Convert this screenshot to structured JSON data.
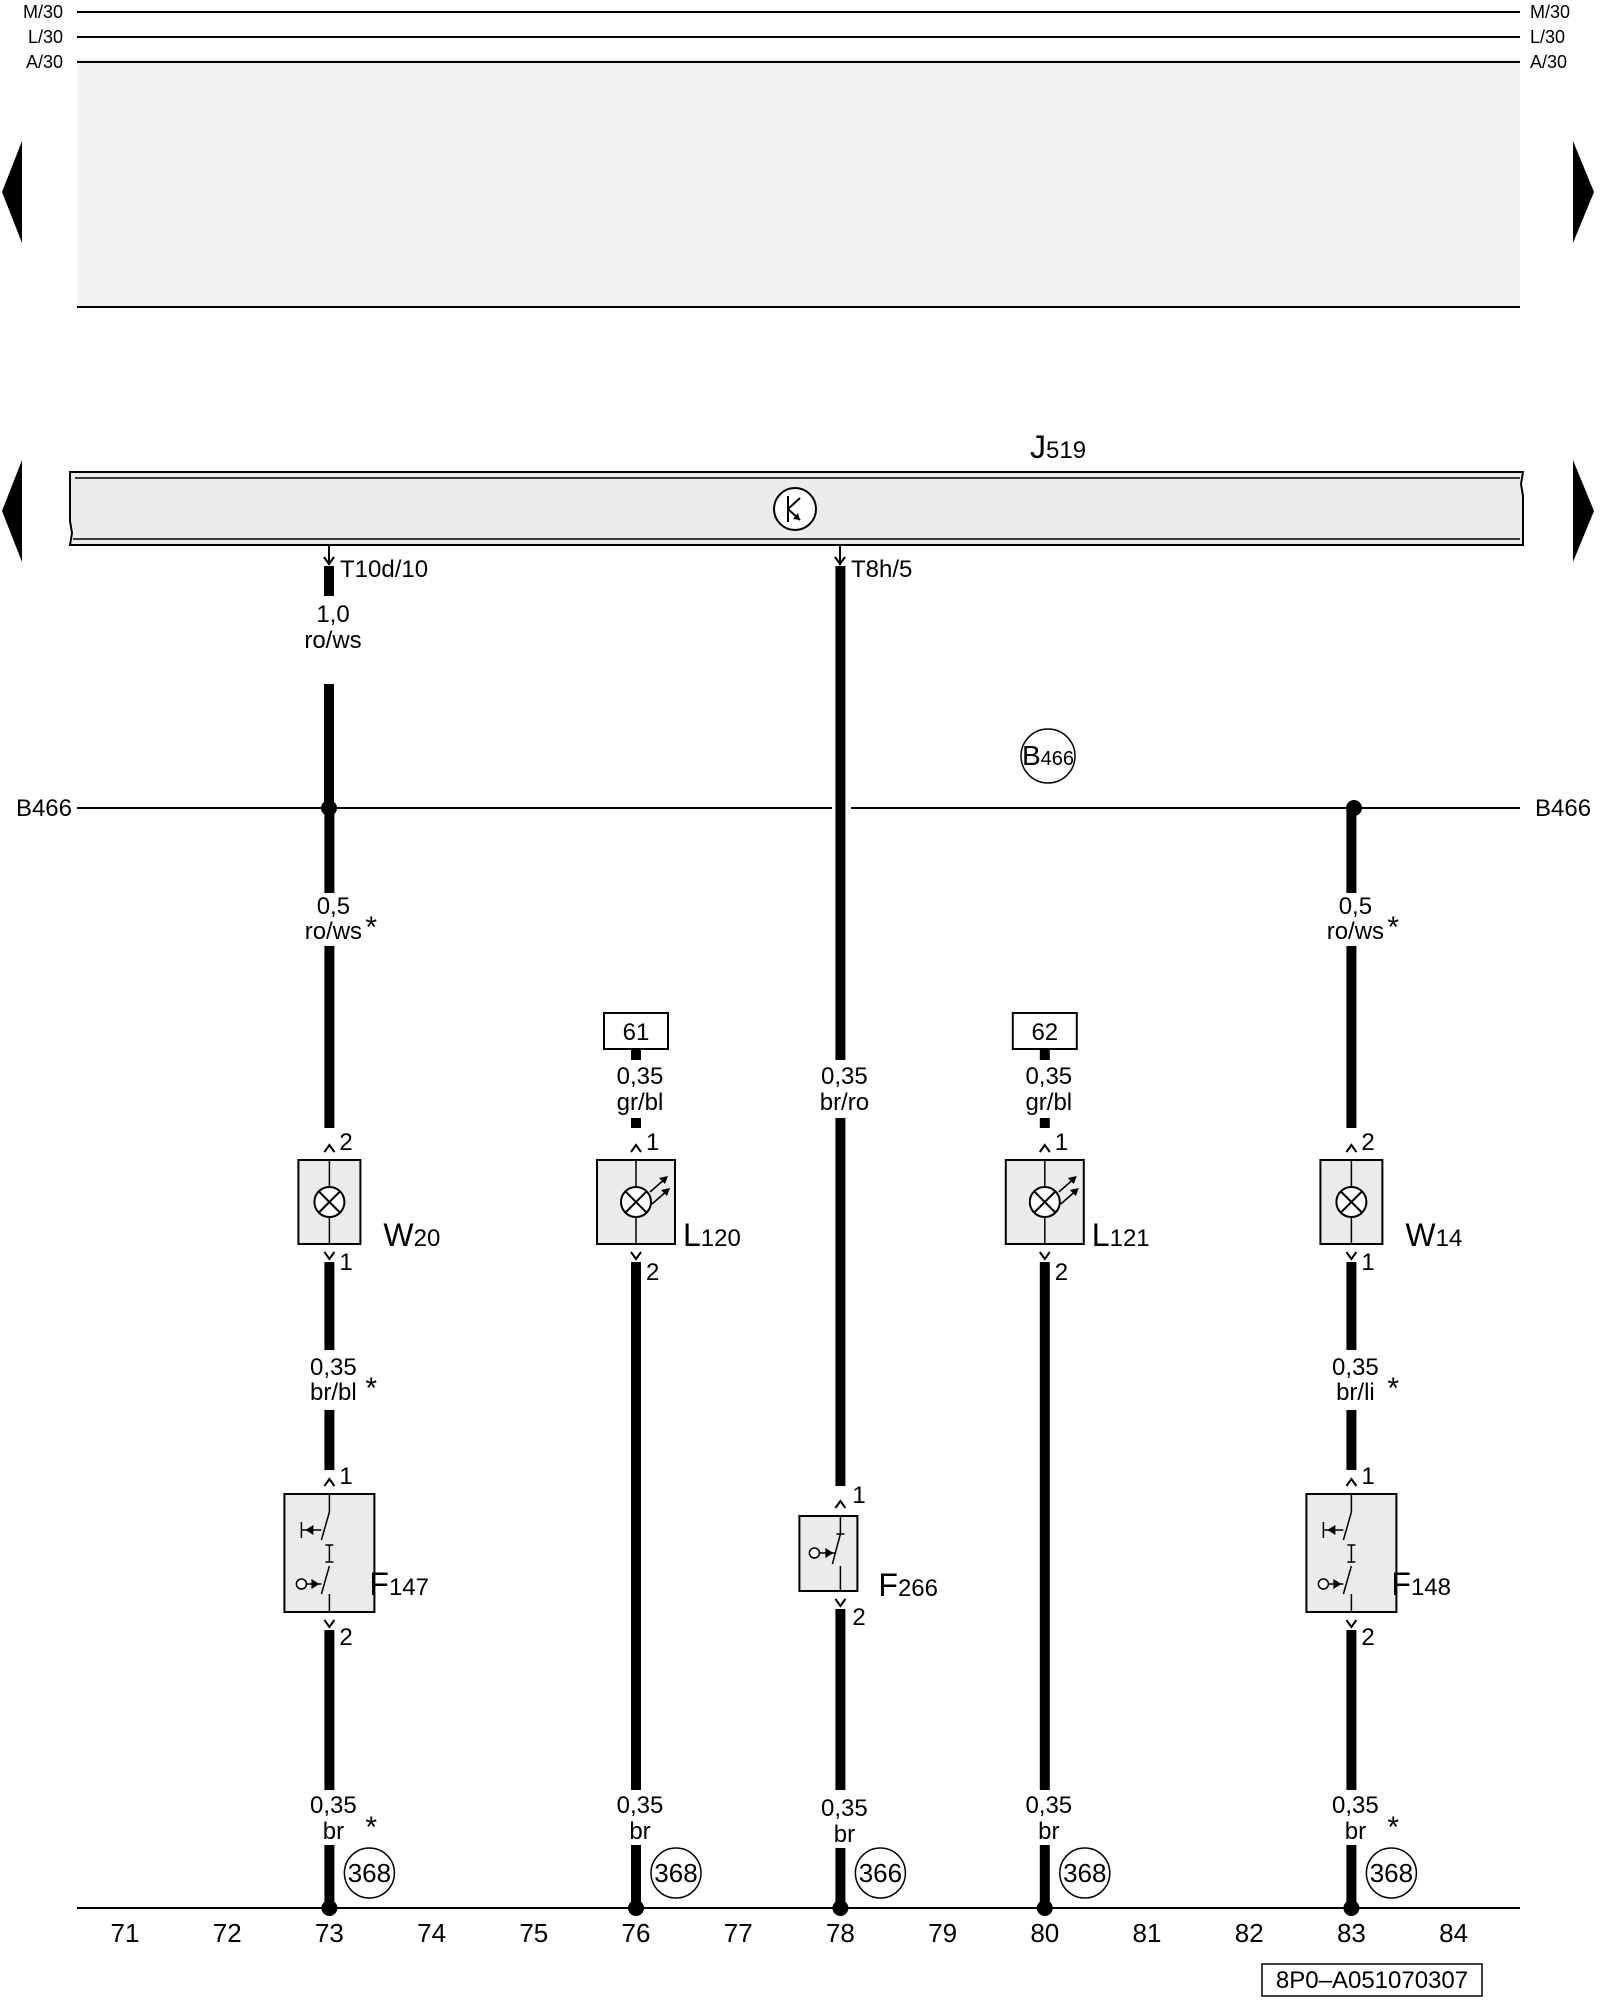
{
  "rails": {
    "top": [
      "M/30",
      "L/30",
      "A/30"
    ],
    "bus": "B466"
  },
  "control_unit": {
    "name": "J",
    "sub": "519",
    "connector_a": "T10d/10",
    "connector_b": "T8h/5"
  },
  "feed_wire": {
    "size": "1,0",
    "color": "ro/ws"
  },
  "b466_marker": {
    "letter": "B",
    "number": "466"
  },
  "columns": [
    "71",
    "72",
    "73",
    "74",
    "75",
    "76",
    "77",
    "78",
    "79",
    "80",
    "81",
    "82",
    "83",
    "84"
  ],
  "branches": [
    {
      "id": "w20",
      "upper_wire": {
        "size": "0,5",
        "color": "ro/ws",
        "star": "*"
      },
      "component": {
        "name": "W",
        "sub": "20",
        "pin_top": "2",
        "pin_bottom": "1"
      },
      "mid_wire": {
        "size": "0,35",
        "color": "br/bl",
        "star": "*"
      },
      "switch": {
        "name": "F",
        "sub": "147",
        "pin_top": "1",
        "pin_bottom": "2"
      },
      "ground_wire": {
        "size": "0,35",
        "color": "br",
        "star": "*"
      },
      "ground": "368",
      "column": "73"
    },
    {
      "id": "l120",
      "ref": "61",
      "upper_wire": {
        "size": "0,35",
        "color": "gr/bl"
      },
      "component": {
        "name": "L",
        "sub": "120",
        "pin_top": "1",
        "pin_bottom": "2"
      },
      "ground_wire": {
        "size": "0,35",
        "color": "br"
      },
      "ground": "368",
      "column": "76"
    },
    {
      "id": "f266",
      "upper_wire": {
        "size": "0,35",
        "color": "br/ro"
      },
      "switch": {
        "name": "F",
        "sub": "266",
        "pin_top": "1",
        "pin_bottom": "2"
      },
      "ground_wire": {
        "size": "0,35",
        "color": "br"
      },
      "ground": "366",
      "column": "78"
    },
    {
      "id": "l121",
      "ref": "62",
      "upper_wire": {
        "size": "0,35",
        "color": "gr/bl"
      },
      "component": {
        "name": "L",
        "sub": "121",
        "pin_top": "1",
        "pin_bottom": "2"
      },
      "ground_wire": {
        "size": "0,35",
        "color": "br"
      },
      "ground": "368",
      "column": "80"
    },
    {
      "id": "w14",
      "upper_wire": {
        "size": "0,5",
        "color": "ro/ws",
        "star": "*"
      },
      "component": {
        "name": "W",
        "sub": "14",
        "pin_top": "2",
        "pin_bottom": "1"
      },
      "mid_wire": {
        "size": "0,35",
        "color": "br/li",
        "star": "*"
      },
      "switch": {
        "name": "F",
        "sub": "148",
        "pin_top": "1",
        "pin_bottom": "2"
      },
      "ground_wire": {
        "size": "0,35",
        "color": "br",
        "star": "*"
      },
      "ground": "368",
      "column": "83"
    }
  ],
  "footer_code": "8P0–A051070307",
  "colors": {
    "line": "#000000",
    "panel": "#f2f2f2",
    "component_fill": "#ebebeb"
  }
}
